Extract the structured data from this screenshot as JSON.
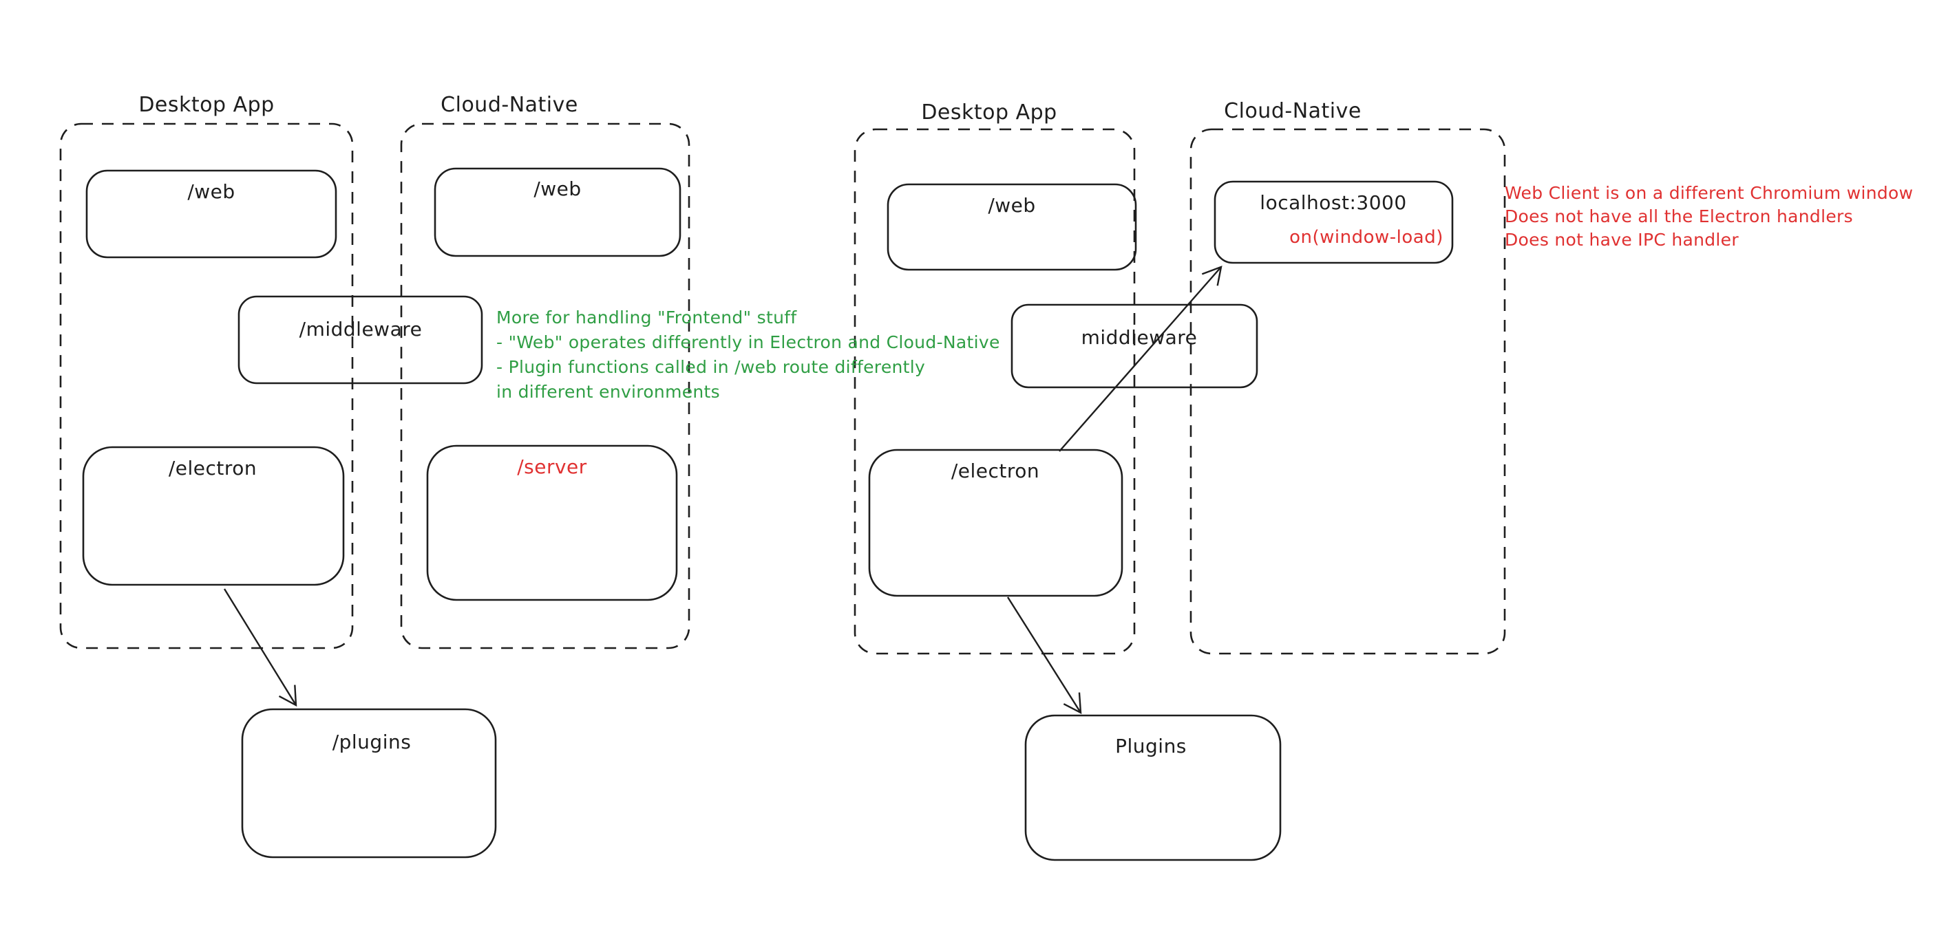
{
  "colors": {
    "stroke": "#1e1e1e",
    "red": "#e03131",
    "green": "#2f9e44",
    "background": "#ffffff"
  },
  "left_diagram": {
    "desktop_app": {
      "title": "Desktop App",
      "web": "/web",
      "electron": "/electron"
    },
    "cloud_native": {
      "title": "Cloud-Native",
      "web": "/web",
      "server": "/server"
    },
    "middleware": "/middleware",
    "plugins": "/plugins",
    "green_note": {
      "line1": "More for handling \"Frontend\" stuff",
      "line2": "- \"Web\" operates differently in Electron and Cloud-Native",
      "line3": "- Plugin functions called in /web route differently",
      "line4": "in different environments"
    }
  },
  "right_diagram": {
    "desktop_app": {
      "title": "Desktop App",
      "web": "/web",
      "electron": "/electron"
    },
    "cloud_native": {
      "title": "Cloud-Native",
      "localhost": "localhost:3000",
      "window_load": "on(window-load)"
    },
    "middleware": "middleware",
    "plugins": "Plugins",
    "red_note": {
      "line1": "Web Client is on a different Chromium window",
      "line2": "Does not have all the Electron handlers",
      "line3": "Does not have IPC handler"
    }
  }
}
